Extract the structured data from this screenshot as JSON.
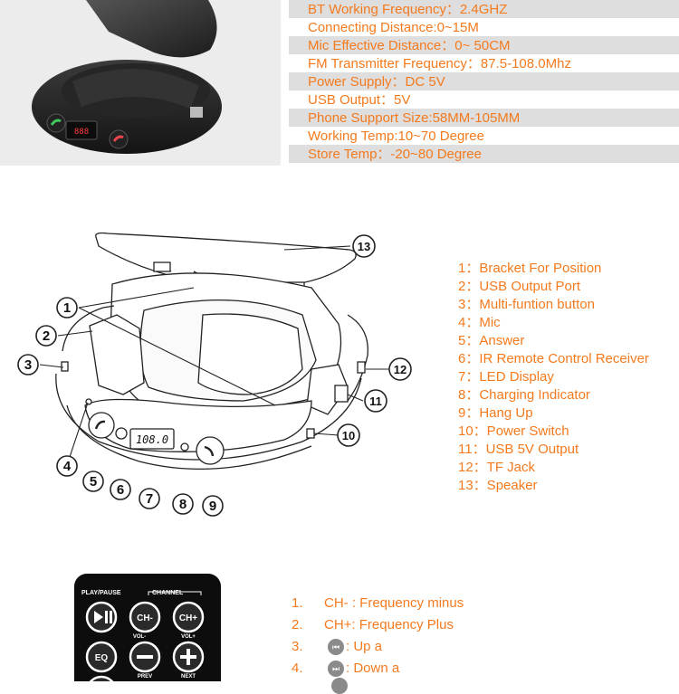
{
  "specs": [
    "BT Working Frequency：2.4GHZ",
    "Connecting Distance:0~15M",
    "Mic Effective Distance：0~ 50CM",
    "FM Transmitter Frequency：87.5-108.0Mhz",
    "Power Supply：DC 5V",
    "USB Output：5V",
    "Phone Support Size:58MM-105MM",
    "Working Temp:10~70 Degree",
    "Store Temp：-20~80 Degree"
  ],
  "diagram": {
    "display_text": "108.0",
    "callouts": [
      "1",
      "2",
      "3",
      "4",
      "5",
      "6",
      "7",
      "8",
      "9",
      "10",
      "11",
      "12",
      "13"
    ]
  },
  "legend": [
    "1：Bracket For Position",
    "2：USB Output Port",
    "3：Multi-funtion button",
    "4：Mic",
    "5：Answer",
    "6：IR Remote Control Receiver",
    "7：LED Display",
    "8：Charging Indicator",
    "9：Hang Up",
    "10：Power Switch",
    "11：USB 5V Output",
    "12：TF Jack",
    "13：Speaker"
  ],
  "remote": {
    "play_pause": "PLAY/PAUSE",
    "channel": "CHANNEL",
    "ch_minus": "CH-",
    "ch_plus": "CH+",
    "eq": "EQ",
    "vol_minus": "VOL-",
    "vol_plus": "VOL+",
    "prev": "PREV",
    "next": "NEXT"
  },
  "buttons": [
    {
      "num": "1.",
      "icon": "",
      "text": "CH- : Frequency minus"
    },
    {
      "num": "2.",
      "icon": "",
      "text": "CH+: Frequency Plus"
    },
    {
      "num": "3.",
      "icon": "prev-icon",
      "text": ": Up a"
    },
    {
      "num": "4.",
      "icon": "next-icon",
      "text": ": Down a"
    }
  ]
}
